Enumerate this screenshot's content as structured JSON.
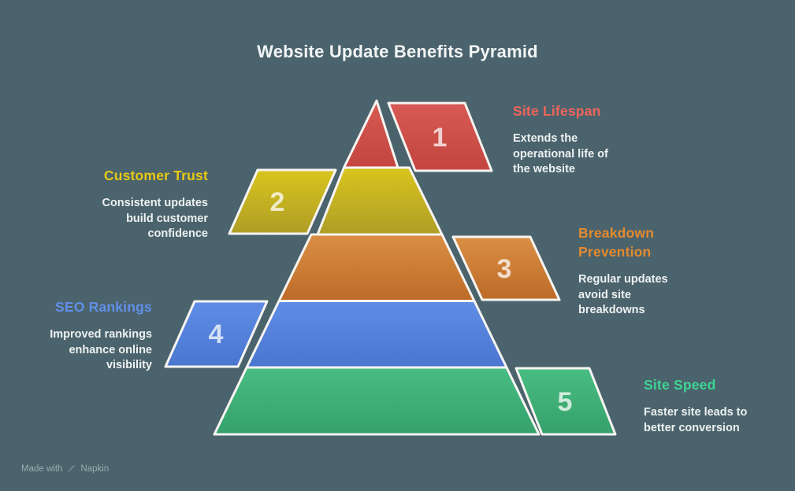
{
  "title": "Website Update Benefits Pyramid",
  "colors": {
    "background": "#4b636c",
    "stroke": "#f7f5f2",
    "description_text": "#edf1f1",
    "title_text": "#f2f5f5"
  },
  "levels": [
    {
      "number": "1",
      "name": "Site Lifespan",
      "description": "Extends the\noperational life of\nthe website",
      "label_color": "#f0655c",
      "color_top": "#d65a53",
      "color_bottom": "#c4453f",
      "side": "right"
    },
    {
      "number": "2",
      "name": "Customer Trust",
      "description": "Consistent updates\nbuild customer\nconfidence",
      "label_color": "#e7c915",
      "color_top": "#d8c51d",
      "color_bottom": "#af9d27",
      "side": "left"
    },
    {
      "number": "3",
      "name": "Breakdown\nPrevention",
      "description": "Regular updates\navoid site\nbreakdowns",
      "label_color": "#e48a2e",
      "color_top": "#da8f45",
      "color_bottom": "#bd6b27",
      "side": "right"
    },
    {
      "number": "4",
      "name": "SEO Rankings",
      "description": "Improved rankings\nenhance online\nvisibility",
      "label_color": "#6090e8",
      "color_top": "#5f8de5",
      "color_bottom": "#4a76cf",
      "side": "left"
    },
    {
      "number": "5",
      "name": "Site Speed",
      "description": "Faster site leads to\nbetter conversion",
      "label_color": "#3ed494",
      "color_top": "#49bd83",
      "color_bottom": "#35a06b",
      "side": "right"
    }
  ],
  "watermark": {
    "prefix": "Made with",
    "brand": "Napkin"
  }
}
